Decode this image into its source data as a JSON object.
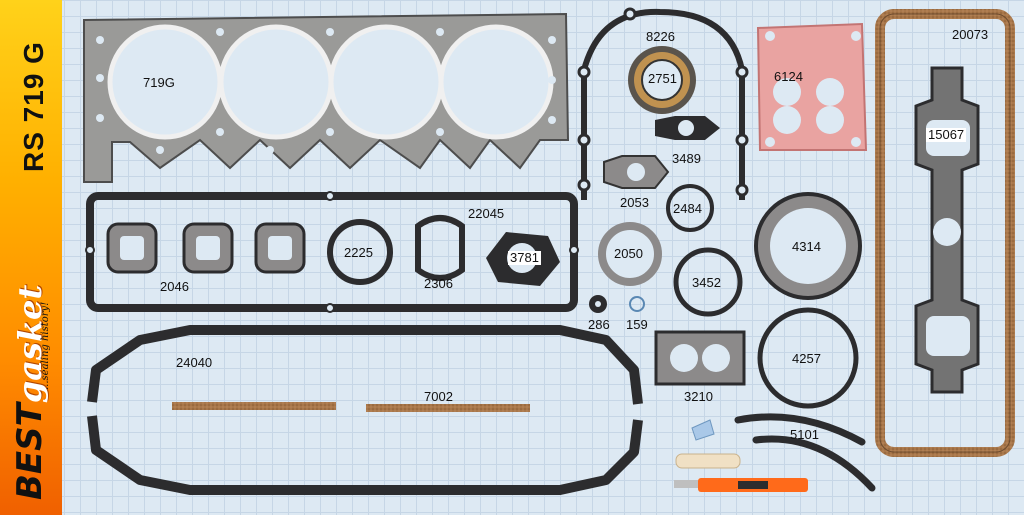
{
  "kit_number": "RS 719 G",
  "brand": {
    "word1": "BEST",
    "word2": "gasket",
    "tagline": "...sealing history!"
  },
  "parts": {
    "head_gasket": "719G",
    "timing_cover": "8226",
    "seal": "2751",
    "carb_base": "6124",
    "valve_cover_long": "20073",
    "manifold": "15067",
    "small_flange": "3489",
    "flange_2053": "2053",
    "ring_2484": "2484",
    "side_cover": "22045",
    "ports_2046": "2046",
    "ring_2225": "2225",
    "fuel_pump": "2306",
    "flange_3781": "3781",
    "ring_2050": "2050",
    "ring_3452": "3452",
    "ring_4314": "4314",
    "grommet_286": "286",
    "oring_159": "159",
    "oil_pan_rail": "24040",
    "cork_strip": "7002",
    "carb_3210": "3210",
    "ring_4257": "4257",
    "rope_5101": "5101"
  },
  "colors": {
    "brand_orange": "#ff8c00",
    "gasket_dark": "#2c2c2e",
    "cork": "#a8774a",
    "paper_pink": "#e9a3a1",
    "grid_bg": "#dde9f3"
  }
}
